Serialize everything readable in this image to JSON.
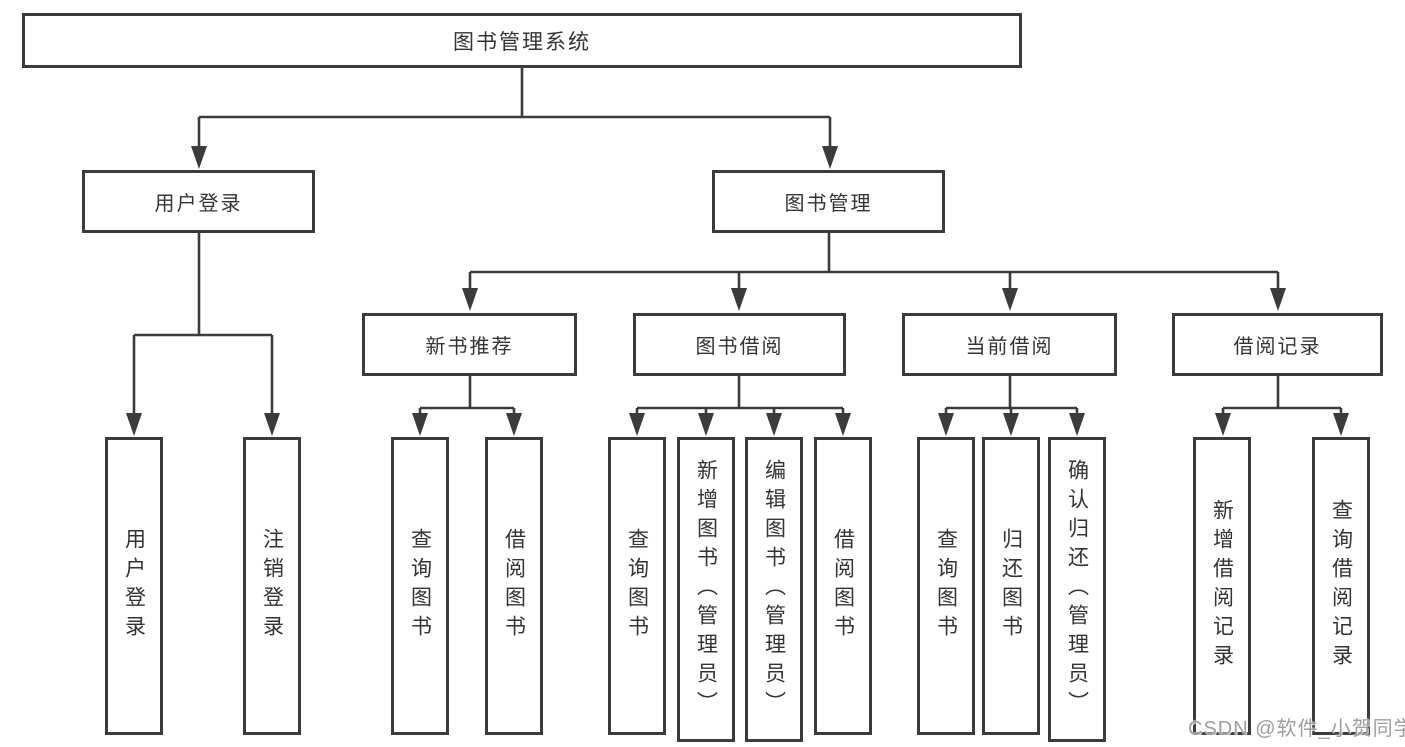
{
  "diagram": {
    "root": {
      "label": "图书管理系统"
    },
    "branches": [
      {
        "label": "用户登录",
        "children": [
          {
            "label": "用户登录"
          },
          {
            "label": "注销登录"
          }
        ]
      },
      {
        "label": "图书管理",
        "children": [
          {
            "label": "新书推荐",
            "children": [
              {
                "label": "查询图书"
              },
              {
                "label": "借阅图书"
              }
            ]
          },
          {
            "label": "图书借阅",
            "children": [
              {
                "label": "查询图书"
              },
              {
                "label": "新增图书（管理员）"
              },
              {
                "label": "编辑图书（管理员）"
              },
              {
                "label": "借阅图书"
              }
            ]
          },
          {
            "label": "当前借阅",
            "children": [
              {
                "label": "查询图书"
              },
              {
                "label": "归还图书"
              },
              {
                "label": "确认归还（管理员）"
              }
            ]
          },
          {
            "label": "借阅记录",
            "children": [
              {
                "label": "新增借阅记录"
              },
              {
                "label": "查询借阅记录"
              }
            ]
          }
        ]
      }
    ]
  },
  "watermark": {
    "text": "CSDN @软件_小贺同学"
  },
  "colors": {
    "line": "#3b3b3b",
    "box_border": "#3b3b3b",
    "text": "#333333",
    "watermark": "#9e9e9e",
    "background": "#ffffff"
  }
}
